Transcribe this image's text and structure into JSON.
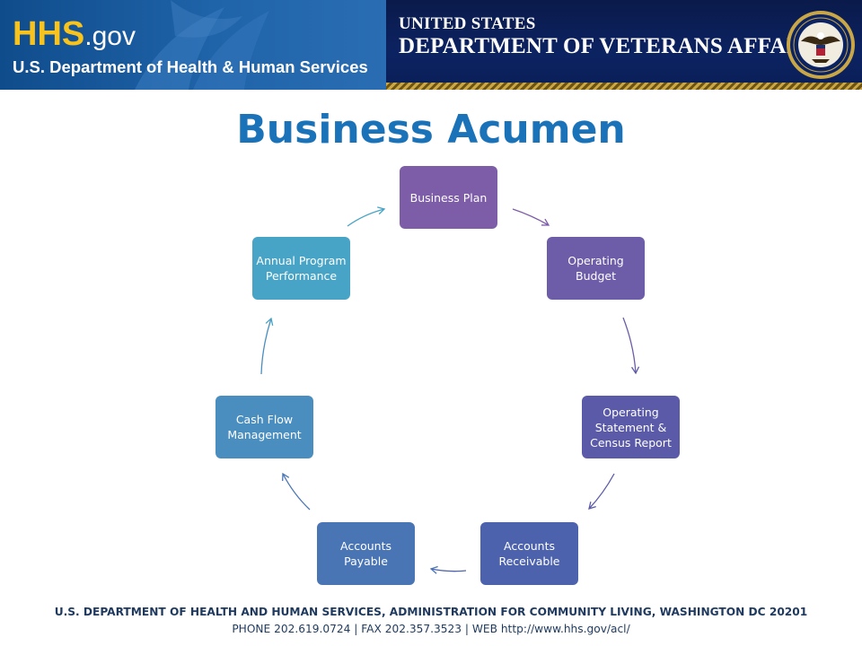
{
  "header": {
    "hhs_logo": "HHS",
    "hhs_logo_suffix": ".gov",
    "hhs_subtitle": "U.S. Department of Health & Human Services",
    "va_line1": "UNITED STATES",
    "va_line2": "DEPARTMENT OF VETERANS AFFAIRS",
    "va_seal_icon": "va-seal-icon",
    "colors": {
      "hhs_blue": "#1f63a8",
      "hhs_gold": "#f7c31c",
      "va_navy": "#0c2362",
      "va_gold": "#c9a646"
    }
  },
  "title": "Business Acumen",
  "diagram": {
    "type": "cycle",
    "nodes": [
      {
        "id": "business-plan",
        "label": "Business Plan",
        "color": "#7d5ca8"
      },
      {
        "id": "operating-budget",
        "label": "Operating Budget",
        "color": "#6d5ca8"
      },
      {
        "id": "operating-statement",
        "label": "Operating Statement & Census Report",
        "color": "#5b5aa8"
      },
      {
        "id": "accounts-receivable",
        "label": "Accounts Receivable",
        "color": "#4c62ad"
      },
      {
        "id": "accounts-payable",
        "label": "Accounts Payable",
        "color": "#4a75b5"
      },
      {
        "id": "cash-flow",
        "label": "Cash Flow Management",
        "color": "#4a8ec0"
      },
      {
        "id": "annual-program",
        "label": "Annual Program Performance",
        "color": "#47a4c6"
      }
    ],
    "edges": [
      [
        "business-plan",
        "operating-budget"
      ],
      [
        "operating-budget",
        "operating-statement"
      ],
      [
        "operating-statement",
        "accounts-receivable"
      ],
      [
        "accounts-receivable",
        "accounts-payable"
      ],
      [
        "accounts-payable",
        "cash-flow"
      ],
      [
        "cash-flow",
        "annual-program"
      ],
      [
        "annual-program",
        "business-plan"
      ]
    ]
  },
  "footer": {
    "line1": "U.S. DEPARTMENT OF HEALTH AND HUMAN SERVICES, ADMINISTRATION FOR COMMUNITY LIVING, WASHINGTON DC 20201",
    "line2": "PHONE 202.619.0724  |  FAX 202.357.3523  |  WEB http://www.hhs.gov/acl/"
  }
}
